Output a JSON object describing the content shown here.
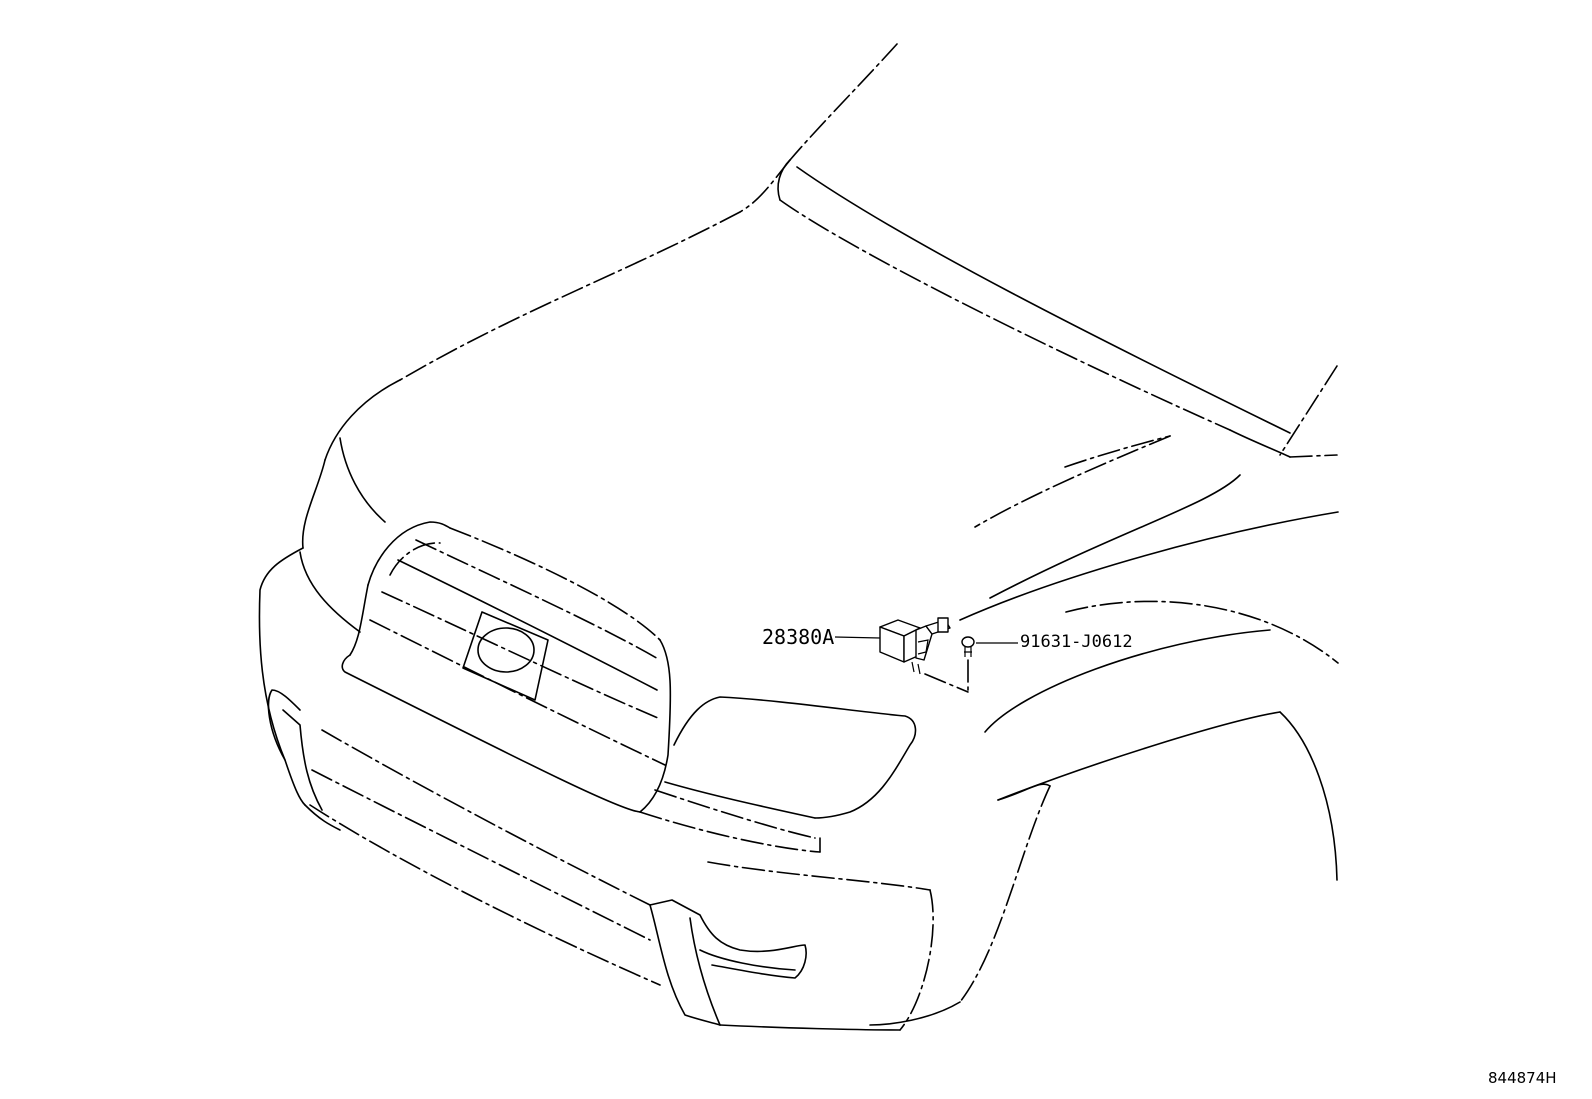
{
  "callouts": {
    "primary_part": "28380A",
    "fastener_part": "91631-J0612"
  },
  "illustration_id": "844874H",
  "colors": {
    "line": "#000000",
    "background": "#ffffff"
  }
}
